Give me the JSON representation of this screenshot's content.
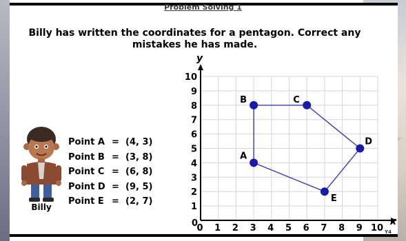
{
  "section_title": "Problem Solving 1",
  "question": "Billy has written the coordinates for a pentagon. Correct any mistakes he has made.",
  "character": {
    "name": "Billy"
  },
  "points": [
    {
      "label": "Point A",
      "eq": "=",
      "coords": "(4, 3)"
    },
    {
      "label": "Point B",
      "eq": "=",
      "coords": "(3, 8)"
    },
    {
      "label": "Point C",
      "eq": "=",
      "coords": "(6, 8)"
    },
    {
      "label": "Point D",
      "eq": "=",
      "coords": "(9, 5)"
    },
    {
      "label": "Point E",
      "eq": "=",
      "coords": "(2, 7)"
    }
  ],
  "corner_tag": "Y4",
  "colors": {
    "point": "#1a1aa8",
    "line": "#3b3bb5",
    "grid": "#d6d6d6"
  },
  "chart_data": {
    "type": "scatter",
    "title": "",
    "xlabel": "x",
    "ylabel": "y",
    "xlim": [
      0,
      10
    ],
    "ylim": [
      0,
      10
    ],
    "x_ticks": [
      0,
      1,
      2,
      3,
      4,
      5,
      6,
      7,
      8,
      9,
      10
    ],
    "y_ticks": [
      0,
      1,
      2,
      3,
      4,
      5,
      6,
      7,
      8,
      9,
      10
    ],
    "grid": true,
    "points": [
      {
        "label": "A",
        "x": 3,
        "y": 4
      },
      {
        "label": "B",
        "x": 3,
        "y": 8
      },
      {
        "label": "C",
        "x": 6,
        "y": 8
      },
      {
        "label": "D",
        "x": 9,
        "y": 5
      },
      {
        "label": "E",
        "x": 7,
        "y": 2
      }
    ],
    "polygon_order": [
      "A",
      "B",
      "C",
      "D",
      "E"
    ]
  }
}
